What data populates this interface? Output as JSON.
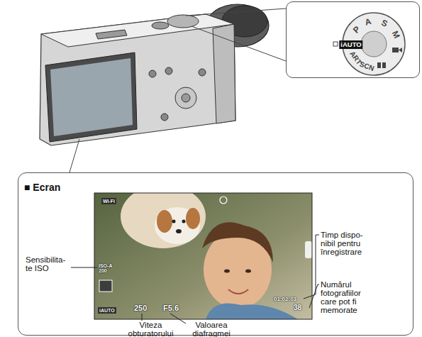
{
  "diagram": {
    "nodes": [
      {
        "text": [
          "P",
          "A",
          "S",
          "M",
          "iAUTO",
          "ART",
          "SCN"
        ]
      },
      {
        "text": [
          "■ Ecran"
        ]
      },
      {
        "text": [
          "Wi-Fi",
          "ISO-A 200",
          "iAUTO",
          "250",
          "F5.6",
          "01:02:03",
          "38"
        ],
        "in": 1
      }
    ],
    "labels": [
      "Sensibilita- te ISO",
      "Timp dispo- nibil pentru înregistrare",
      "Numărul fotografiilor care pot fi memorate",
      "Viteza obturatorului",
      "Valoarea diafragmei"
    ]
  }
}
